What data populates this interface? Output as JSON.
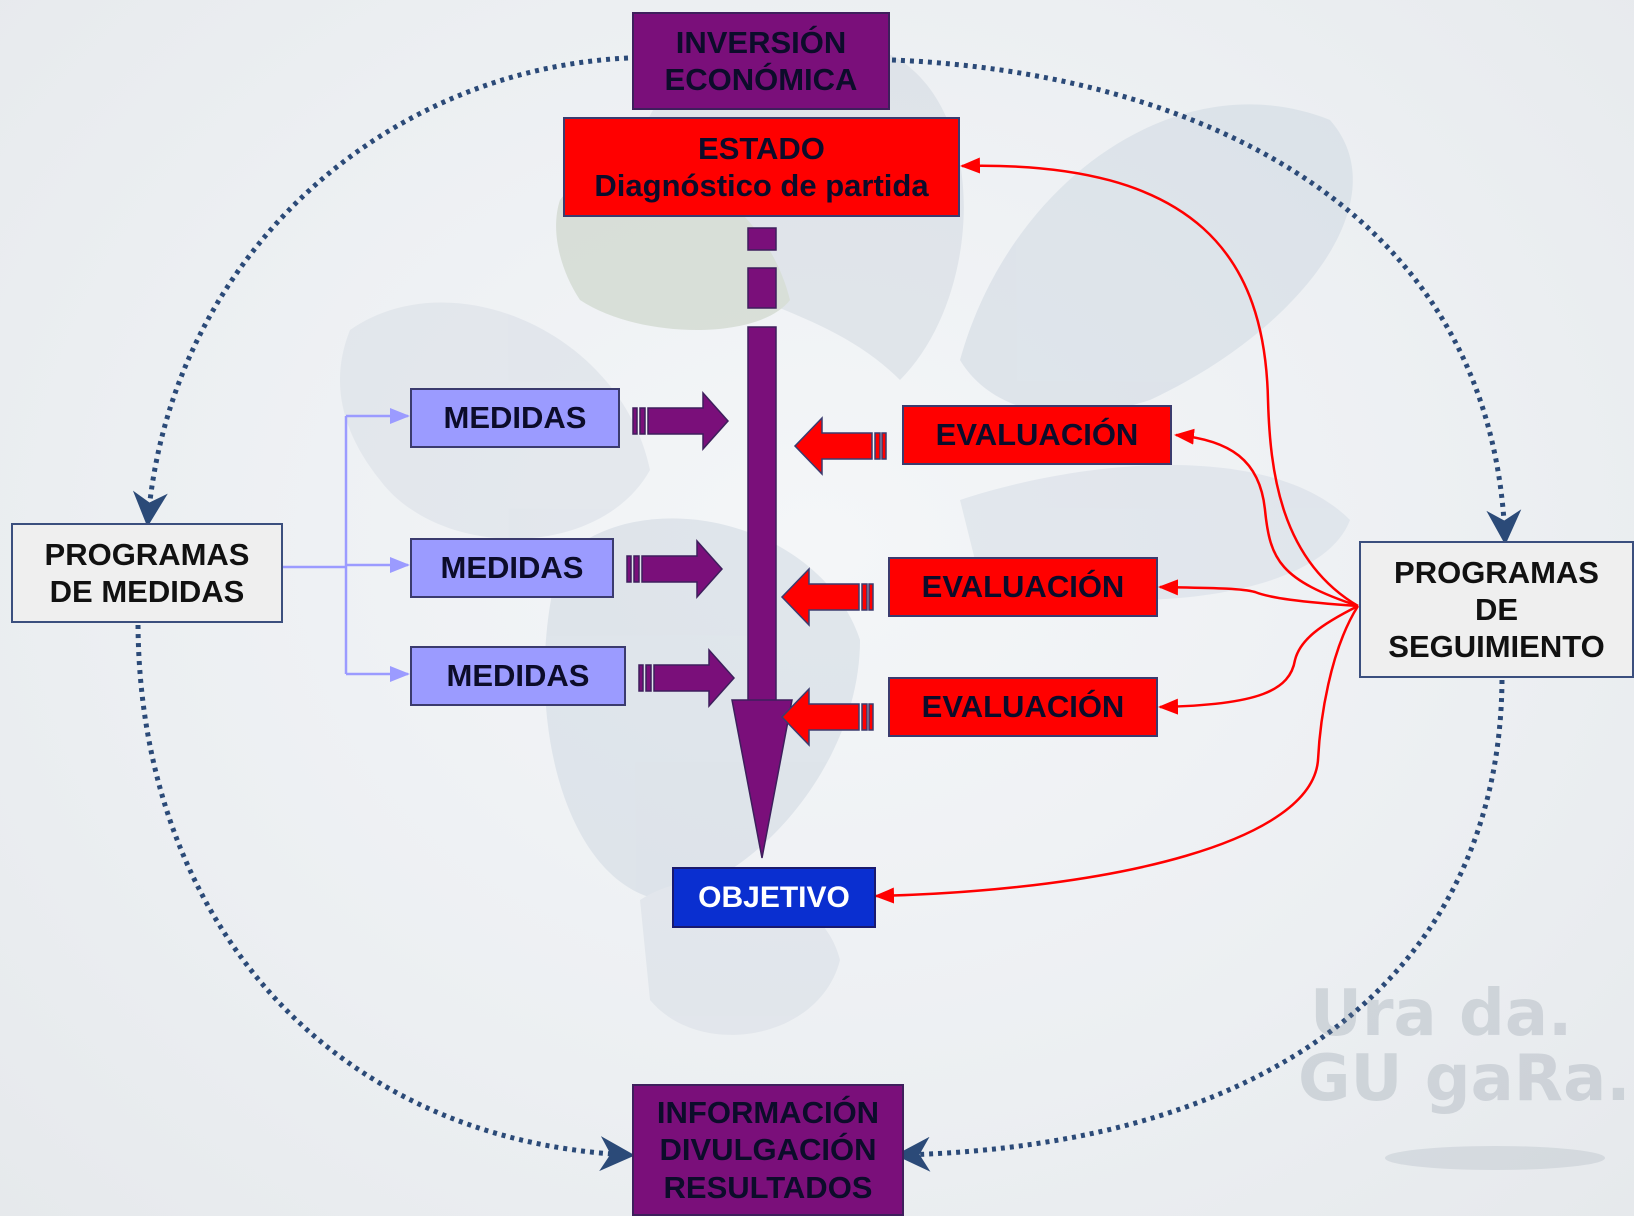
{
  "nodes": {
    "inversion": {
      "lines": [
        "INVERSIÓN",
        "ECONÓMICA"
      ]
    },
    "estado": {
      "lines": [
        "ESTADO",
        "Diagnóstico de partida"
      ]
    },
    "medidas": [
      {
        "label": "MEDIDAS"
      },
      {
        "label": "MEDIDAS"
      },
      {
        "label": "MEDIDAS"
      }
    ],
    "evaluacion": [
      {
        "label": "EVALUACIÓN"
      },
      {
        "label": "EVALUACIÓN"
      },
      {
        "label": "EVALUACIÓN"
      }
    ],
    "programas_medidas": {
      "lines": [
        "PROGRAMAS",
        "DE MEDIDAS"
      ]
    },
    "programas_seguimiento": {
      "lines": [
        "PROGRAMAS",
        "DE",
        "SEGUIMIENTO"
      ]
    },
    "objetivo": {
      "label": "OBJETIVO"
    },
    "informacion": {
      "lines": [
        "INFORMACIÓN",
        "DIVULGACIÓN",
        "RESULTADOS"
      ]
    }
  },
  "watermark": {
    "lines": [
      "Ura da.",
      "GU gaRa."
    ]
  },
  "colors": {
    "purple": "#7a0f7a",
    "red": "#ff0000",
    "lavender": "#9b9bff",
    "blue": "#0a2fd0",
    "cycle_dots": "#2b4a78",
    "medidas_connector": "#9b9bff"
  }
}
